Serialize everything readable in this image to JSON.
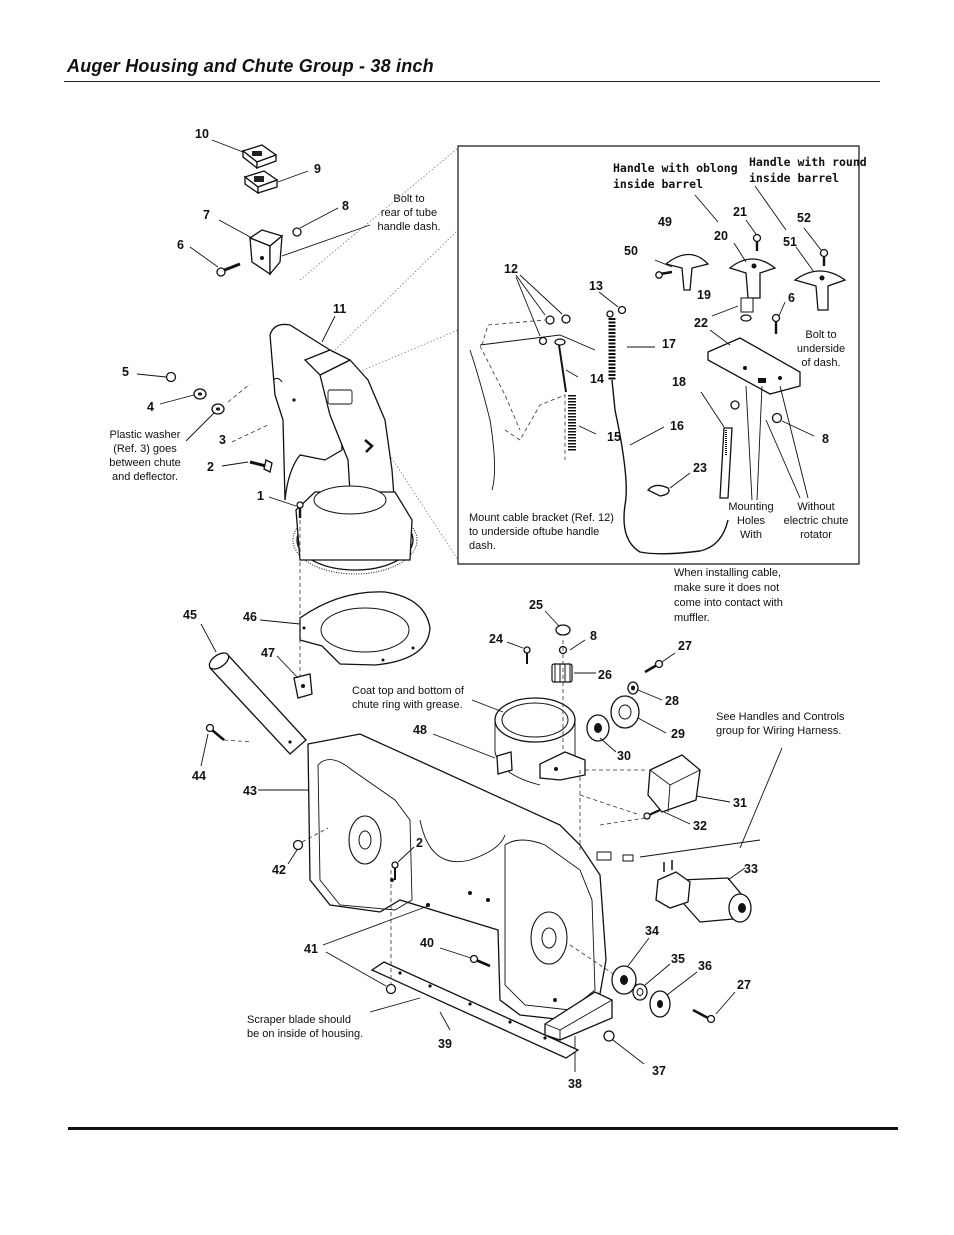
{
  "page": {
    "title": "Auger Housing and Chute Group - 38 inch"
  },
  "inset": {
    "header_oblong": [
      "Handle with oblong",
      "inside barrel"
    ],
    "header_round": [
      "Handle with round",
      "inside barrel"
    ]
  },
  "notes": {
    "bolt_rear": [
      "Bolt to",
      "rear of tube",
      "handle dash."
    ],
    "plastic_washer": [
      "Plastic washer",
      "(Ref. 3) goes",
      "between chute",
      "and deflector."
    ],
    "bolt_underside": [
      "Bolt to",
      "underside",
      "of dash."
    ],
    "mount_cable": [
      "Mount cable bracket (Ref. 12)",
      "to underside oftube handle",
      "dash."
    ],
    "mounting_holes": [
      "Mounting",
      "Holes",
      "With"
    ],
    "without_rotator": [
      "Without",
      "electric chute",
      "rotator"
    ],
    "installing_cable": [
      "When installing cable,",
      "make sure it does not",
      "come into contact with",
      "muffler."
    ],
    "coat_grease": [
      "Coat top and bottom of",
      "chute ring with grease."
    ],
    "see_handles": [
      "See Handles and Controls",
      "group for Wiring Harness."
    ],
    "scraper_blade": [
      "Scraper blade should",
      "be on inside of housing."
    ]
  },
  "callouts": {
    "c10": "10",
    "c9": "9",
    "c8a": "8",
    "c7": "7",
    "c6a": "6",
    "c11": "11",
    "c5": "5",
    "c4": "4",
    "c3": "3",
    "c2a": "2",
    "c1": "1",
    "c49": "49",
    "c21": "21",
    "c20": "20",
    "c52": "52",
    "c51": "51",
    "c50": "50",
    "c12": "12",
    "c13": "13",
    "c19": "19",
    "c6b": "6",
    "c22": "22",
    "c17": "17",
    "c18": "18",
    "c14": "14",
    "c15": "15",
    "c16": "16",
    "c8b": "8",
    "c23": "23",
    "c45": "45",
    "c46": "46",
    "c25": "25",
    "c24": "24",
    "c8c": "8",
    "c27a": "27",
    "c47": "47",
    "c26": "26",
    "c28": "28",
    "c48": "48",
    "c29": "29",
    "c30": "30",
    "c44": "44",
    "c43": "43",
    "c31": "31",
    "c32": "32",
    "c2b": "2",
    "c42": "42",
    "c33": "33",
    "c34": "34",
    "c41": "41",
    "c40": "40",
    "c35": "35",
    "c36": "36",
    "c27b": "27",
    "c39": "39",
    "c37": "37",
    "c38": "38"
  }
}
